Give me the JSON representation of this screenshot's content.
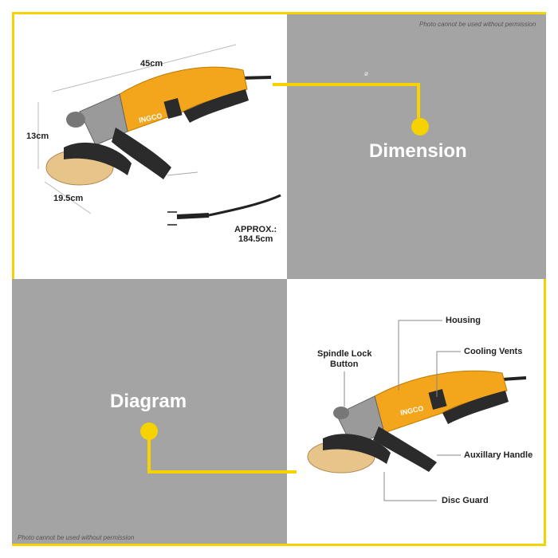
{
  "watermark_top": "Photo cannot be used without permission",
  "watermark_bottom": "Photo cannot be used without permission",
  "dimension_title": "Dimension",
  "diagram_title": "Diagram",
  "small_mark": "ø",
  "dimensions": {
    "length": "45cm",
    "height": "13cm",
    "width": "19.5cm",
    "cord_line1": "APPROX.:",
    "cord_line2": "184.5cm"
  },
  "brand": "INGCO",
  "parts": {
    "housing": "Housing",
    "cooling_vents": "Cooling Vents",
    "spindle_lock_line1": "Spindle Lock",
    "spindle_lock_line2": "Button",
    "auxiliary_handle": "Auxillary Handle",
    "disc_guard": "Disc Guard"
  },
  "colors": {
    "accent": "#f5d200",
    "grey_panel": "#a4a4a4",
    "tool_orange": "#f3a51b",
    "tool_dark": "#2b2b2b"
  }
}
